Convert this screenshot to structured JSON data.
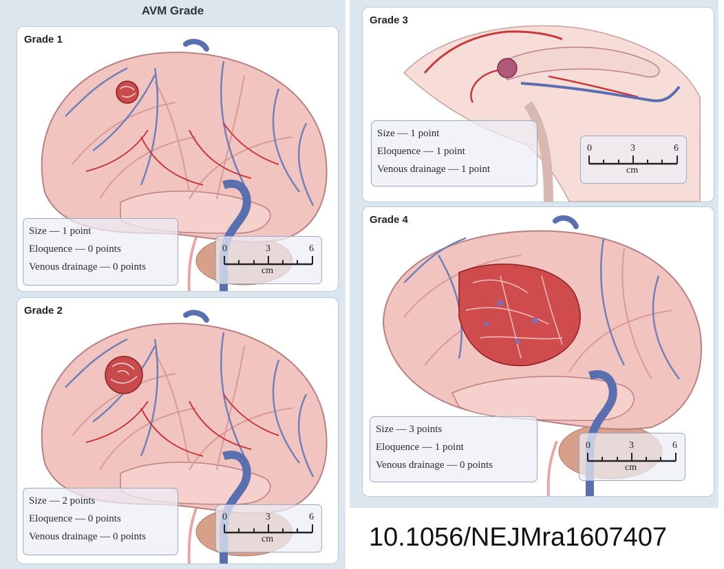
{
  "heading": "AVM Grade",
  "doi": "10.1056/NEJMra1607407",
  "scale": {
    "min": "0",
    "mid": "3",
    "max": "6",
    "unit": "cm"
  },
  "panels": {
    "grade1": {
      "label": "Grade 1",
      "size": "Size — 1 point",
      "eloquence": "Eloquence — 0 points",
      "venous": "Venous drainage — 0 points"
    },
    "grade2": {
      "label": "Grade 2",
      "size": "Size — 2 points",
      "eloquence": "Eloquence — 0 points",
      "venous": "Venous drainage — 0 points"
    },
    "grade3": {
      "label": "Grade 3",
      "size": "Size — 1 point",
      "eloquence": "Eloquence — 1 point",
      "venous": "Venous drainage — 1 point"
    },
    "grade4": {
      "label": "Grade 4",
      "size": "Size — 3 points",
      "eloquence": "Eloquence — 1 point",
      "venous": "Venous drainage — 0 points"
    }
  },
  "colors": {
    "panel_bg": "#dbe6ef",
    "brain": "#f2c4c0",
    "artery": "#c8383a",
    "vein": "#5a6fb0"
  }
}
